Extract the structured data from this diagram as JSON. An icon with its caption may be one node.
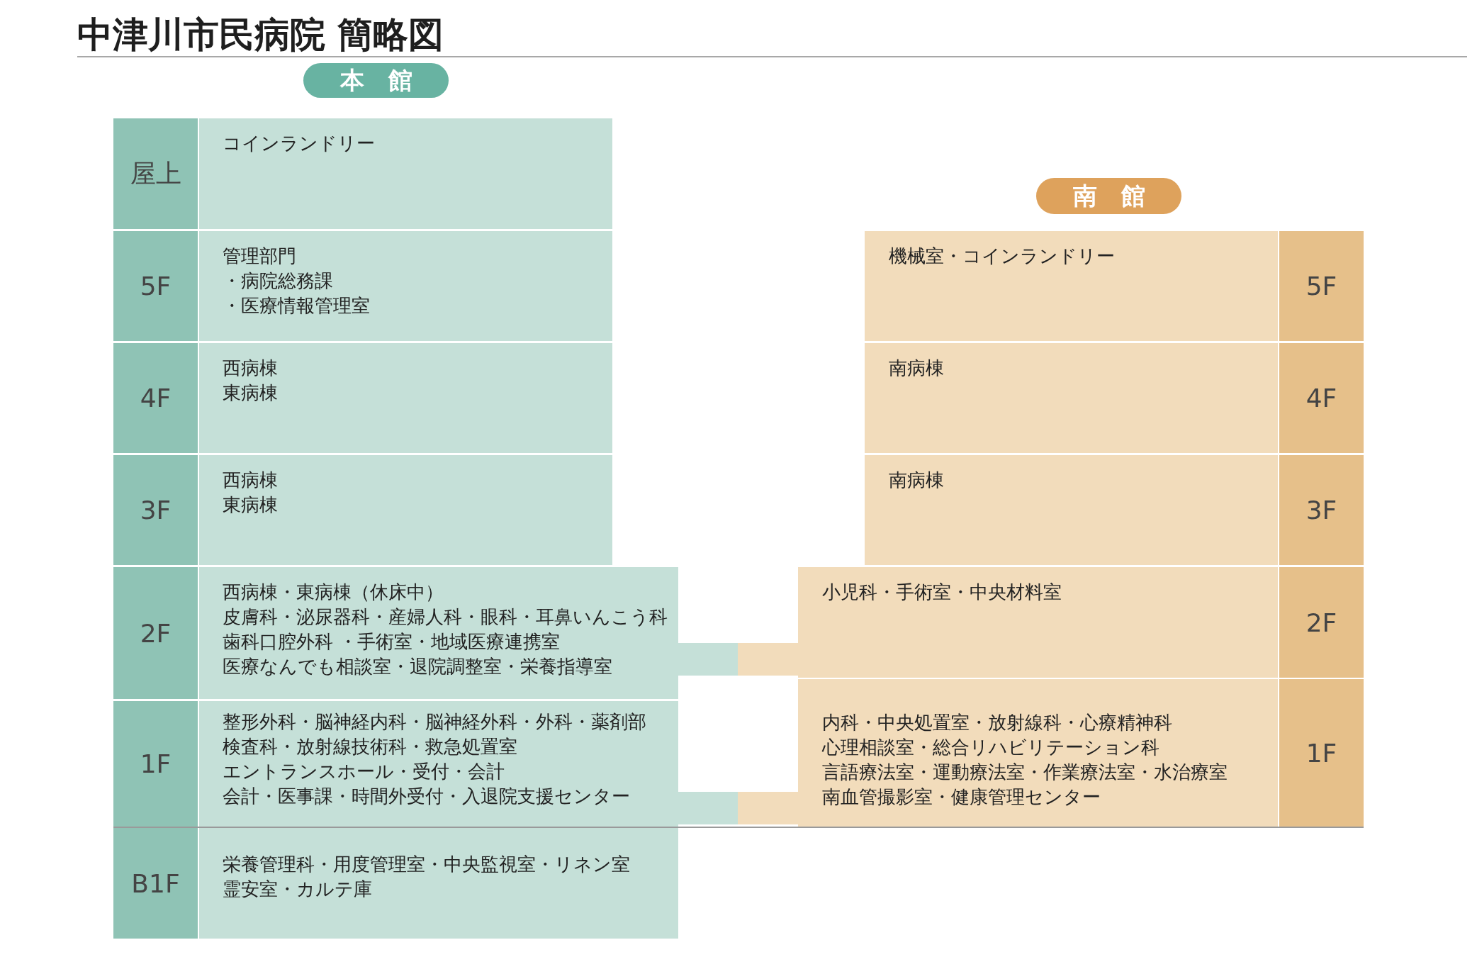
{
  "diagram": {
    "title": "中津川市民病院 簡略図",
    "nodes": [
      {
        "text": [
          "本　館"
        ]
      },
      {
        "text": [
          "屋上",
          "コインランドリー"
        ]
      },
      {
        "text": [
          "5F",
          "管理部門",
          "・病院総務課",
          "・医療情報管理室"
        ]
      },
      {
        "text": [
          "4F",
          "西病棟",
          "東病棟"
        ]
      },
      {
        "text": [
          "3F",
          "西病棟",
          "東病棟"
        ]
      },
      {
        "text": [
          "2F",
          "西病棟・東病棟（休床中）",
          "皮膚科・泌尿器科・産婦人科・眼科・耳鼻いんこう科",
          "歯科口腔外科 ・手術室・地域医療連携室",
          "医療なんでも相談室・退院調整室・栄養指導室"
        ]
      },
      {
        "text": [
          "1F",
          "整形外科・脳神経内科・脳神経外科・外科・薬剤部",
          "検査科・放射線技術科・救急処置室",
          "エントランスホール・受付・会計",
          "会計・医事課・時間外受付・入退院支援センター"
        ]
      },
      {
        "text": [
          "B1F",
          "栄養管理科・用度管理室・中央監視室・リネン室",
          "霊安室・カルテ庫"
        ]
      },
      {
        "text": [
          "南　館"
        ]
      },
      {
        "text": [
          "5F",
          "機械室・コインランドリー"
        ]
      },
      {
        "text": [
          "4F",
          "南病棟"
        ]
      },
      {
        "text": [
          "3F",
          "南病棟"
        ]
      },
      {
        "text": [
          "2F",
          "小児科・手術室・中央材料室"
        ]
      },
      {
        "text": [
          "1F",
          "内科・中央処置室・放射線科・心療精神科",
          "心理相談室・総合リハビリテーション科",
          "言語療法室・運動療法室・作業療法室・水治療室",
          "南血管撮影室・健康管理センター"
        ]
      }
    ],
    "edges": [
      {
        "from": 5,
        "to": 12,
        "arrow": "none"
      },
      {
        "from": 6,
        "to": 13,
        "arrow": "none"
      }
    ]
  }
}
